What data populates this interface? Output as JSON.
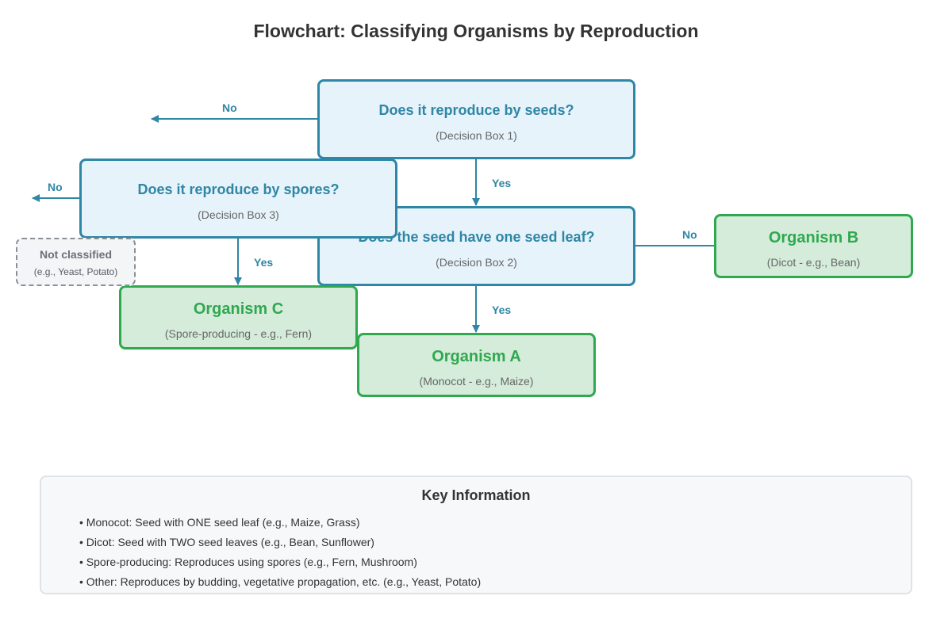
{
  "title": "Flowchart: Classifying Organisms by Reproduction",
  "decisions": [
    {
      "question": "Does it reproduce by seeds?",
      "label": "(Decision Box 1)"
    },
    {
      "question": "Does the seed have one seed leaf?",
      "label": "(Decision Box 2)"
    },
    {
      "question": "Does it reproduce by spores?",
      "label": "(Decision Box 3)"
    }
  ],
  "organisms": [
    {
      "name": "Organism A",
      "desc": "(Monocot - e.g., Maize)"
    },
    {
      "name": "Organism B",
      "desc": "(Dicot - e.g., Bean)"
    },
    {
      "name": "Organism C",
      "desc": "(Spore-producing - e.g., Fern)"
    }
  ],
  "unclassified": {
    "name": "Not classified",
    "desc": "(e.g., Yeast, Potato)"
  },
  "edges": {
    "d1_no": "No",
    "d1_yes": "Yes",
    "d2_yes": "Yes",
    "d2_no": "No",
    "d3_no": "No",
    "d3_yes": "Yes"
  },
  "key": {
    "title": "Key Information",
    "items": [
      "• Monocot: Seed with ONE seed leaf (e.g., Maize, Grass)",
      "• Dicot: Seed with TWO seed leaves (e.g., Bean, Sunflower)",
      "• Spore-producing: Reproduces using spores (e.g., Fern, Mushroom)",
      "• Other: Reproduces by budding, vegetative propagation, etc. (e.g., Yeast, Potato)"
    ]
  },
  "colors": {
    "decision_border": "#2f86a5",
    "decision_fill": "#e6f3fb",
    "organism_border": "#2fa84f",
    "organism_fill": "#d5ecda"
  }
}
